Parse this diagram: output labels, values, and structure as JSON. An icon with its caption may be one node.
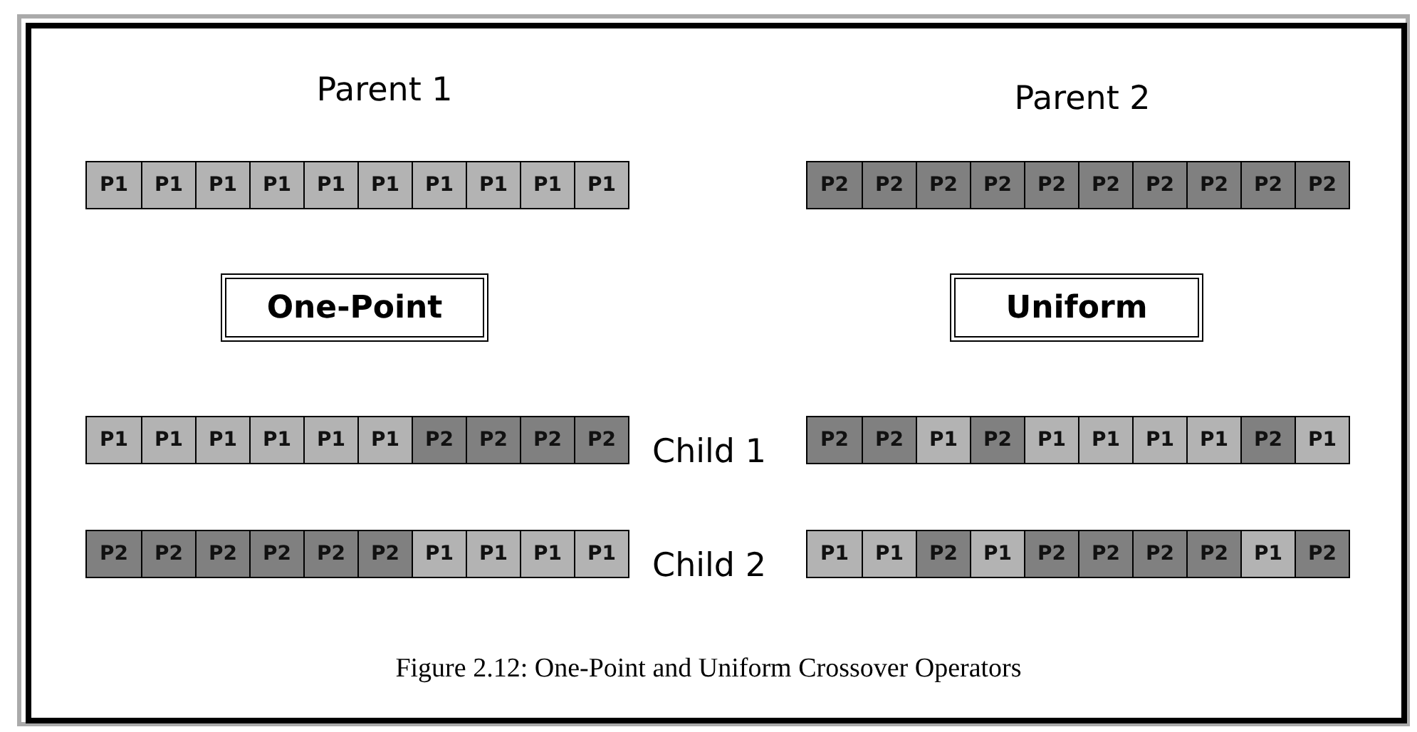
{
  "diagram": {
    "caption": "Figure 2.12: One-Point and Uniform Crossover Operators",
    "nodes": [
      {
        "text": [
          "One-Point"
        ]
      },
      {
        "text": [
          "Uniform"
        ]
      }
    ],
    "labels": [
      "Parent 1",
      "Parent 2",
      "P1",
      "P1",
      "P1",
      "P1",
      "P1",
      "P1",
      "P1",
      "P1",
      "P1",
      "P1",
      "P2",
      "P2",
      "P2",
      "P2",
      "P2",
      "P2",
      "P2",
      "P2",
      "P2",
      "P2",
      "P1",
      "P1",
      "P1",
      "P1",
      "P1",
      "P1",
      "P2",
      "P2",
      "P2",
      "P2",
      "Child 1",
      "P2",
      "P2",
      "P1",
      "P2",
      "P1",
      "P1",
      "P1",
      "P1",
      "P2",
      "P1",
      "P2",
      "P2",
      "P2",
      "P2",
      "P2",
      "P2",
      "P1",
      "P1",
      "P1",
      "P1",
      "Child 2",
      "P1",
      "P1",
      "P2",
      "P1",
      "P2",
      "P2",
      "P2",
      "P2",
      "P1",
      "P2"
    ]
  }
}
